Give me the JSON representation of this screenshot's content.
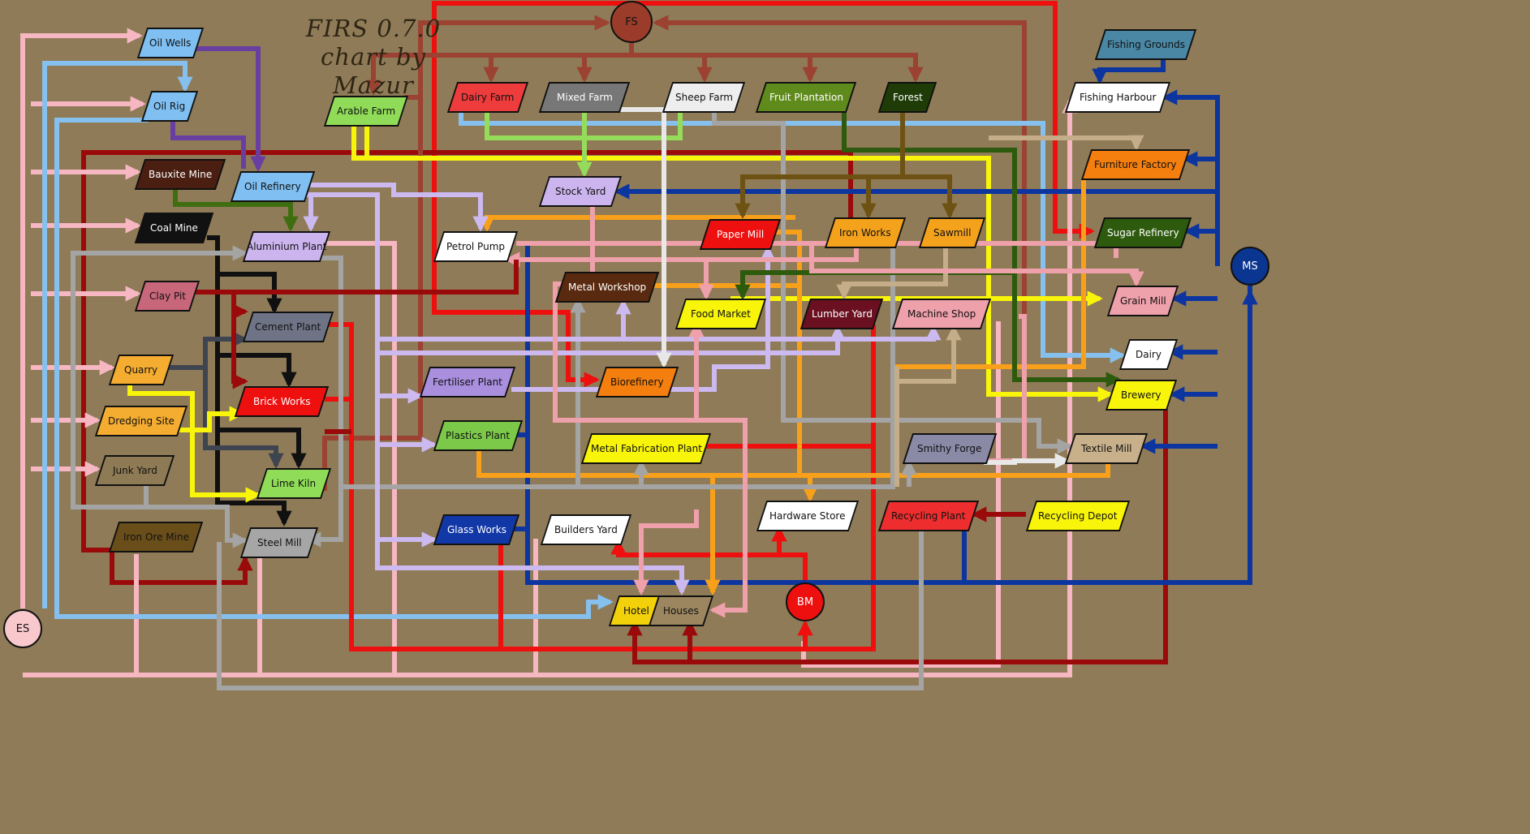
{
  "title_lines": [
    "FIRS 0.7.0",
    "chart by",
    "Mazur",
    "v 0.1"
  ],
  "industries": [
    {
      "id": "oil_wells",
      "label": "Oil Wells",
      "color": "#7fbff2",
      "text": "#111"
    },
    {
      "id": "oil_rig",
      "label": "Oil Rig",
      "color": "#7fbff2",
      "text": "#111"
    },
    {
      "id": "bauxite_mine",
      "label": "Bauxite Mine",
      "color": "#4a1f12",
      "text": "#fff"
    },
    {
      "id": "coal_mine",
      "label": "Coal Mine",
      "color": "#111111",
      "text": "#fff"
    },
    {
      "id": "clay_pit",
      "label": "Clay Pit",
      "color": "#c8667a",
      "text": "#111"
    },
    {
      "id": "quarry",
      "label": "Quarry",
      "color": "#f4ac31",
      "text": "#111"
    },
    {
      "id": "dredging_site",
      "label": "Dredging Site",
      "color": "#f4ac31",
      "text": "#111"
    },
    {
      "id": "junk_yard",
      "label": "Junk Yard",
      "color": "#8e7a55",
      "text": "#111"
    },
    {
      "id": "iron_ore_mine",
      "label": "Iron Ore Mine",
      "color": "#6a4e1a",
      "text": "#111"
    },
    {
      "id": "oil_refinery",
      "label": "Oil Refinery",
      "color": "#7fbff2",
      "text": "#111"
    },
    {
      "id": "aluminium_plant",
      "label": "Aluminium Plant",
      "color": "#ccb4ee",
      "text": "#111"
    },
    {
      "id": "cement_plant",
      "label": "Cement Plant",
      "color": "#6e7486",
      "text": "#111"
    },
    {
      "id": "brick_works",
      "label": "Brick Works",
      "color": "#ee0f0f",
      "text": "#fff"
    },
    {
      "id": "lime_kiln",
      "label": "Lime Kiln",
      "color": "#90dc58",
      "text": "#111"
    },
    {
      "id": "steel_mill",
      "label": "Steel Mill",
      "color": "#a6a6a6",
      "text": "#111"
    },
    {
      "id": "arable_farm",
      "label": "Arable Farm",
      "color": "#90dc58",
      "text": "#111"
    },
    {
      "id": "dairy_farm",
      "label": "Dairy Farm",
      "color": "#ee3b3b",
      "text": "#111"
    },
    {
      "id": "mixed_farm",
      "label": "Mixed Farm",
      "color": "#777777",
      "text": "#fff"
    },
    {
      "id": "sheep_farm",
      "label": "Sheep Farm",
      "color": "#eeeeee",
      "text": "#111"
    },
    {
      "id": "fruit_plantation",
      "label": "Fruit Plantation",
      "color": "#5f8a1c",
      "text": "#fff"
    },
    {
      "id": "forest",
      "label": "Forest",
      "color": "#1f3b07",
      "text": "#fff"
    },
    {
      "id": "fishing_grounds",
      "label": "Fishing Grounds",
      "color": "#4a87a4",
      "text": "#111"
    },
    {
      "id": "fishing_harbour",
      "label": "Fishing Harbour",
      "color": "#ffffff",
      "text": "#111"
    },
    {
      "id": "furniture_factory",
      "label": "Furniture Factory",
      "color": "#f47e0e",
      "text": "#111"
    },
    {
      "id": "stock_yard",
      "label": "Stock Yard",
      "color": "#ccb4ee",
      "text": "#111"
    },
    {
      "id": "petrol_pump",
      "label": "Petrol Pump",
      "color": "#ffffff",
      "text": "#111"
    },
    {
      "id": "paper_mill",
      "label": "Paper Mill",
      "color": "#ee0f0f",
      "text": "#fff"
    },
    {
      "id": "iron_works",
      "label": "Iron Works",
      "color": "#f4a21c",
      "text": "#111"
    },
    {
      "id": "sawmill",
      "label": "Sawmill",
      "color": "#f4a21c",
      "text": "#111"
    },
    {
      "id": "sugar_refinery",
      "label": "Sugar Refinery",
      "color": "#2d5a0c",
      "text": "#fff"
    },
    {
      "id": "metal_workshop",
      "label": "Metal Workshop",
      "color": "#5a2a10",
      "text": "#fff"
    },
    {
      "id": "food_market",
      "label": "Food Market",
      "color": "#f8f50a",
      "text": "#111"
    },
    {
      "id": "lumber_yard",
      "label": "Lumber Yard",
      "color": "#6a1020",
      "text": "#fff"
    },
    {
      "id": "machine_shop",
      "label": "Machine Shop",
      "color": "#eea0ab",
      "text": "#111"
    },
    {
      "id": "grain_mill",
      "label": "Grain Mill",
      "color": "#eea0ab",
      "text": "#111"
    },
    {
      "id": "dairy",
      "label": "Dairy",
      "color": "#ffffff",
      "text": "#111"
    },
    {
      "id": "fertiliser_plant",
      "label": "Fertiliser Plant",
      "color": "#a98fde",
      "text": "#111"
    },
    {
      "id": "biorefinery",
      "label": "Biorefinery",
      "color": "#f47e0e",
      "text": "#111"
    },
    {
      "id": "brewery",
      "label": "Brewery",
      "color": "#f8f50a",
      "text": "#111"
    },
    {
      "id": "plastics_plant",
      "label": "Plastics Plant",
      "color": "#7cc94a",
      "text": "#111"
    },
    {
      "id": "metal_fabrication_plant",
      "label": "Metal Fabrication Plant",
      "color": "#f8f50a",
      "text": "#111"
    },
    {
      "id": "smithy_forge",
      "label": "Smithy Forge",
      "color": "#8a89a6",
      "text": "#111"
    },
    {
      "id": "textile_mill",
      "label": "Textile Mill",
      "color": "#c8b08a",
      "text": "#111"
    },
    {
      "id": "glass_works",
      "label": "Glass Works",
      "color": "#1238a8",
      "text": "#fff"
    },
    {
      "id": "builders_yard",
      "label": "Builders Yard",
      "color": "#ffffff",
      "text": "#111"
    },
    {
      "id": "hardware_store",
      "label": "Hardware Store",
      "color": "#ffffff",
      "text": "#111"
    },
    {
      "id": "recycling_plant",
      "label": "Recycling Plant",
      "color": "#ee2e2e",
      "text": "#111"
    },
    {
      "id": "recycling_depot",
      "label": "Recycling Depot",
      "color": "#f8f50a",
      "text": "#111"
    },
    {
      "id": "hotel",
      "label": "Hotel",
      "color": "#f2d10a",
      "text": "#111"
    },
    {
      "id": "houses",
      "label": "Houses",
      "color": "#9b8660",
      "text": "#111"
    }
  ],
  "circles": [
    {
      "id": "fs",
      "label": "FS",
      "color": "#9b3c2a",
      "text": "#111"
    },
    {
      "id": "ms",
      "label": "MS",
      "color": "#0a3590",
      "text": "#fff"
    },
    {
      "id": "bm",
      "label": "BM",
      "color": "#ee0f0f",
      "text": "#fff"
    },
    {
      "id": "es",
      "label": "ES",
      "color": "#f8c8cc",
      "text": "#111"
    }
  ],
  "line_colors": {
    "pink": "#f6b6c2",
    "lightblue": "#86c0ee",
    "purple": "#6a3ea0",
    "black": "#101010",
    "red": "#ee0f0f",
    "darkred": "#9a0a0a",
    "brown": "#9b4232",
    "yellow": "#f8f50a",
    "orange": "#f8a01a",
    "navy": "#0c35a0",
    "gray": "#a4a4a4",
    "lavender": "#cbb9ef",
    "green": "#3f6e10",
    "darkgreen": "#2d5a0c",
    "olive": "#6e5214",
    "tan": "#c4ad88",
    "rose": "#eea0ab",
    "lime": "#94dc5a",
    "slate": "#3e4450",
    "white": "#e8e8e8"
  }
}
